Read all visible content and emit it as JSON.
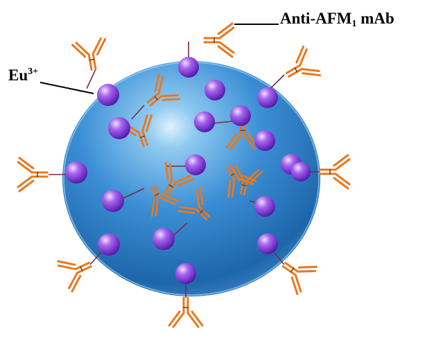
{
  "labels": {
    "antibody_main": "Anti-AFM",
    "antibody_sub": "1",
    "antibody_suffix": " mAb",
    "europium_main": "Eu",
    "europium_sup": "3+"
  },
  "colors": {
    "sphere_light": "#7ec3f0",
    "sphere_mid": "#3a8fd6",
    "sphere_dark": "#1b5fa3",
    "sphere_rim": "#a9d4f4",
    "bead_light": "#e4c8ff",
    "bead_mid": "#9d55e8",
    "bead_dark": "#5a1fa8",
    "antibody": "#e8781e",
    "antibody_hinge": "#8a3b12",
    "linker": "#7a2b3c",
    "leader": "#000000"
  }
}
